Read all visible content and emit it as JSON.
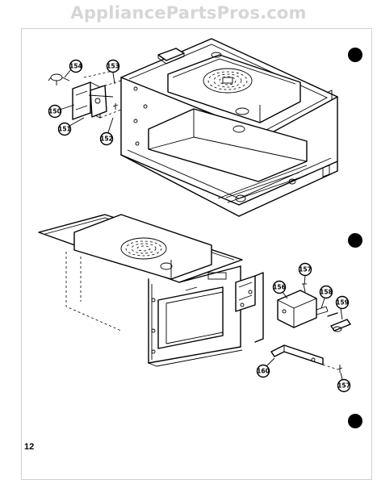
{
  "watermark": {
    "text": "AppliancePartsPros.com"
  },
  "page": {
    "number": "12"
  },
  "callouts": {
    "c150": "150",
    "c151": "151",
    "c152": "152",
    "c153": "153",
    "c154": "154",
    "c156": "156",
    "c157a": "157",
    "c157b": "157",
    "c158": "158",
    "c159": "159",
    "c160": "160"
  },
  "icons": {
    "binder_hole": "binder-hole-icon"
  },
  "colors": {
    "ink": "#000000",
    "paper": "#ffffff",
    "watermark": "#d6d6d6"
  }
}
